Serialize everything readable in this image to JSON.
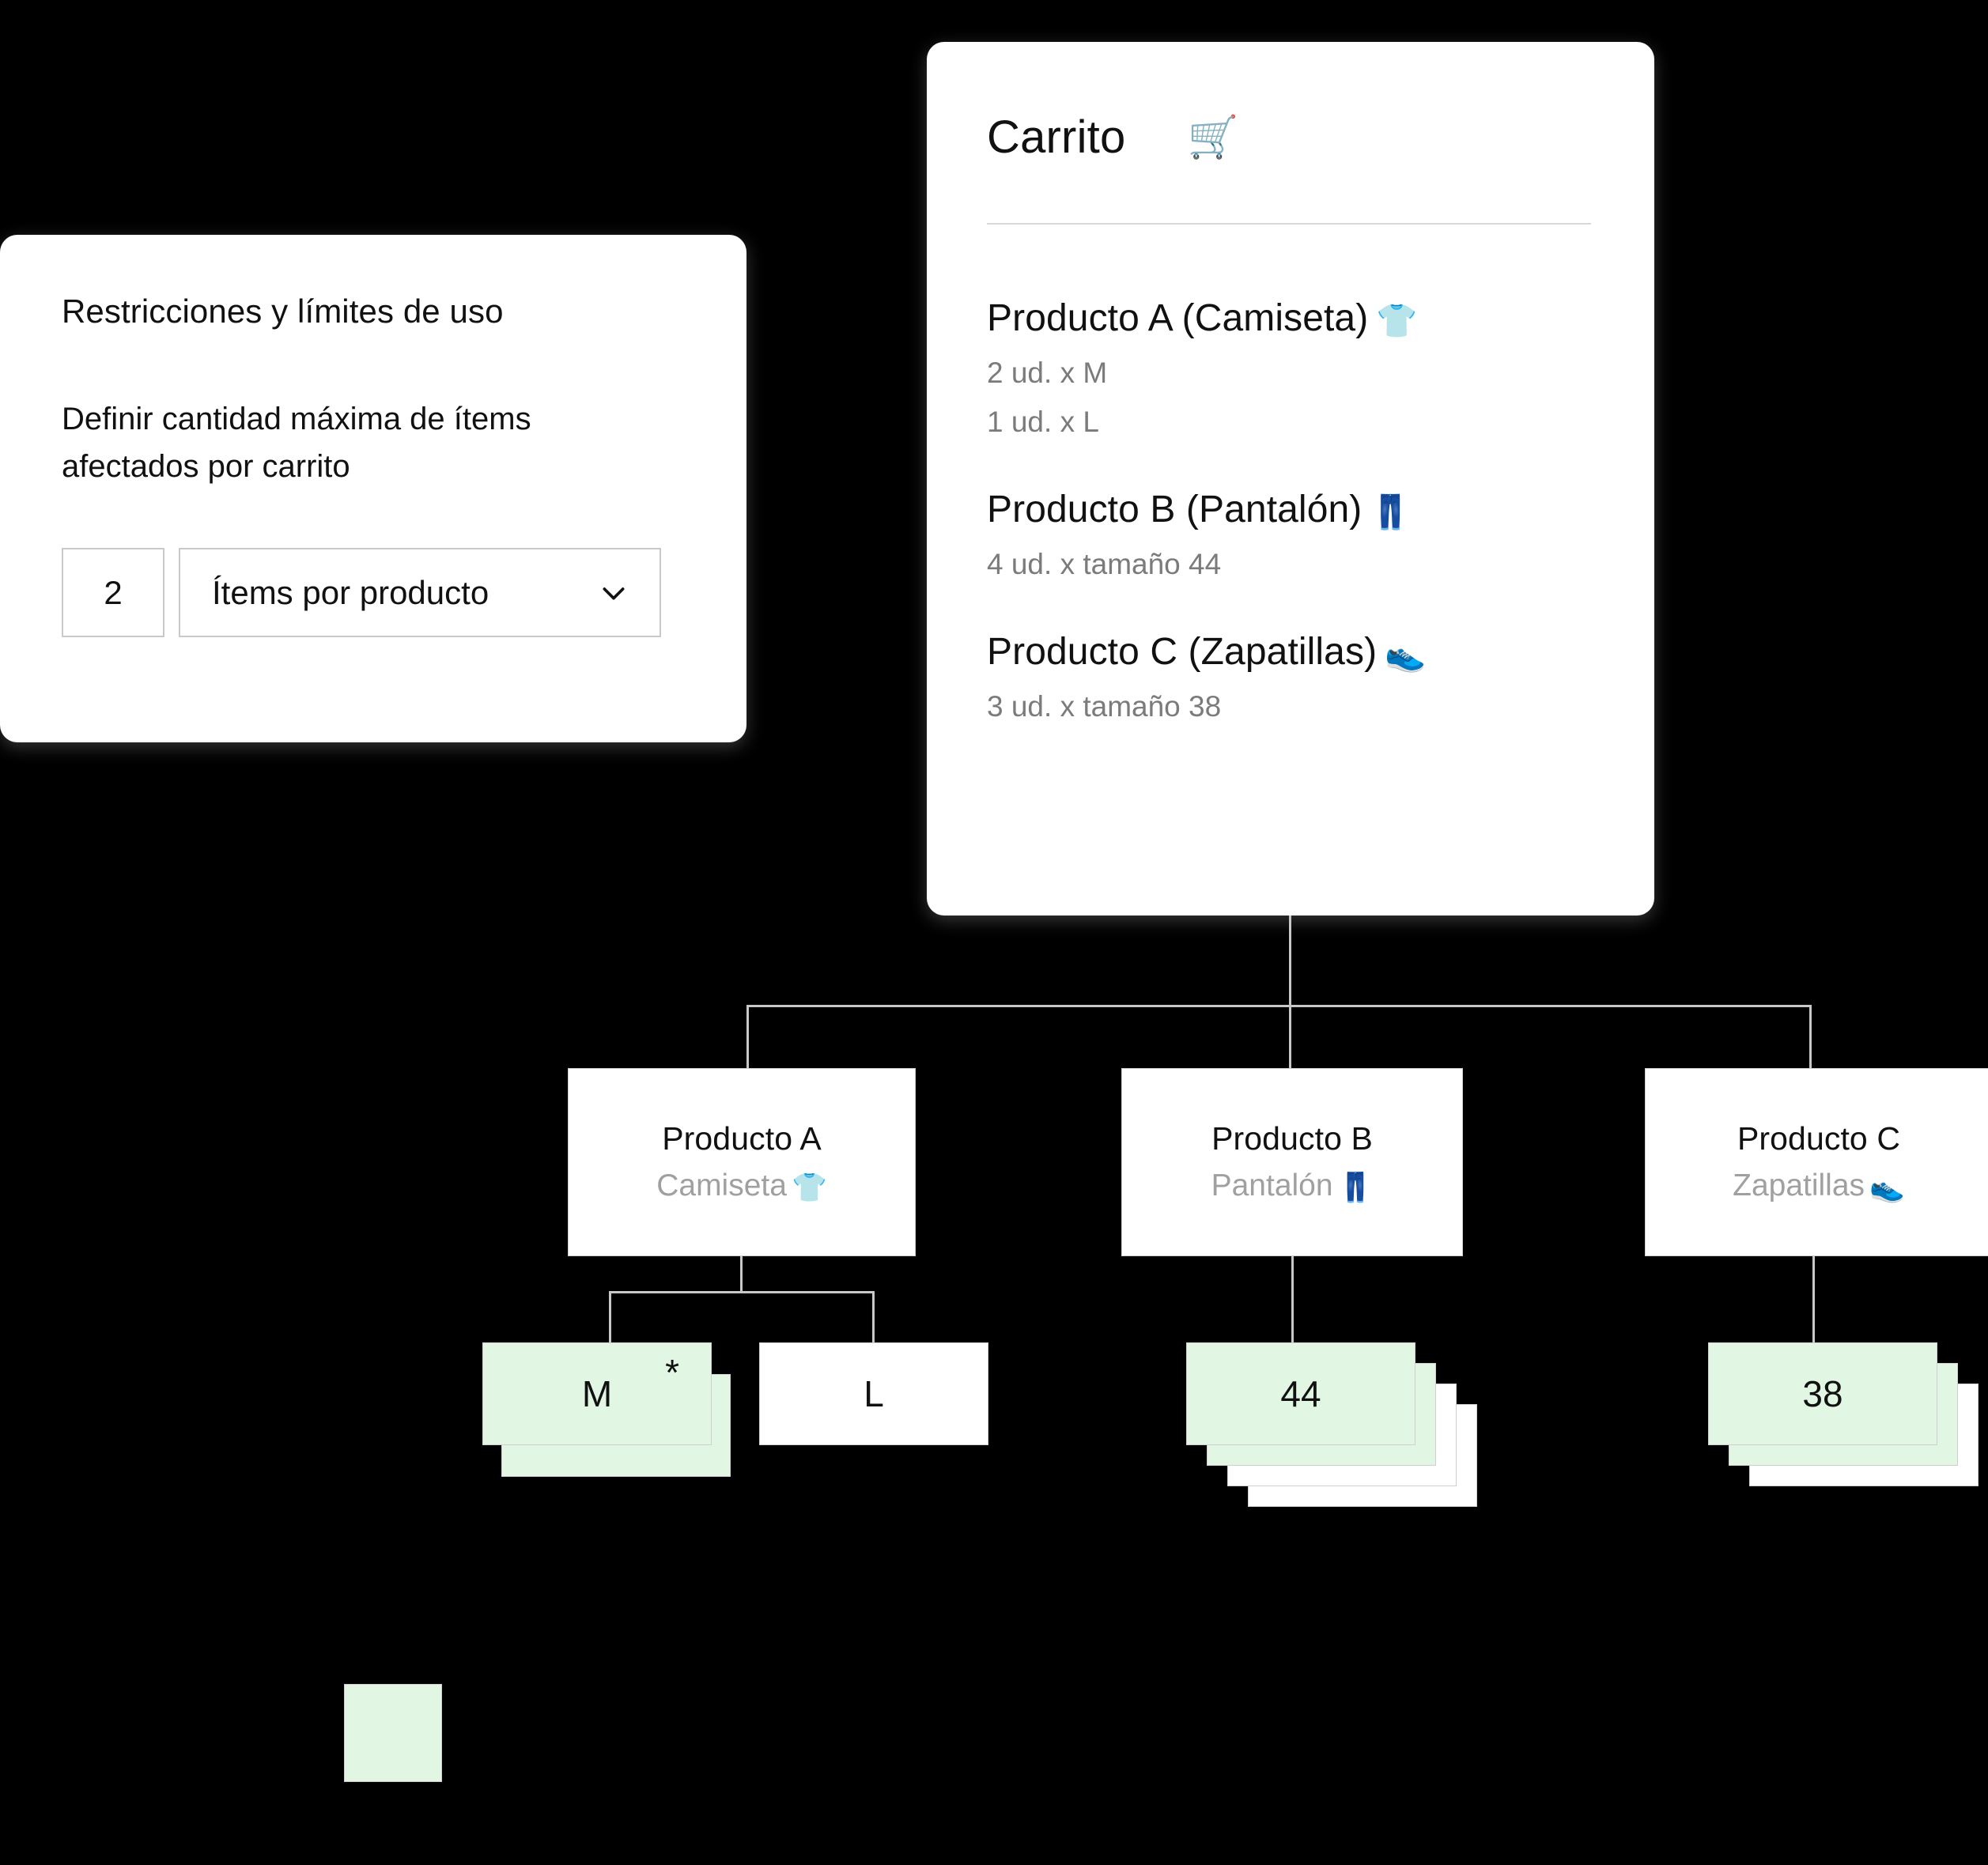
{
  "restrictions": {
    "title": "Restricciones y límites de uso",
    "description": "Definir cantidad máxima de ítems afectados por carrito",
    "quantity_value": "2",
    "select_value": "Ítems por producto",
    "chevron_icon": "chevron-down-icon"
  },
  "cart": {
    "title": "Carrito",
    "cart_icon": "🛒",
    "items": [
      {
        "name": "Producto A (Camiseta)",
        "emoji": "👕",
        "lines": [
          "2 ud. x M",
          "1 ud. x L"
        ]
      },
      {
        "name": "Producto B (Pantalón)",
        "emoji": "👖",
        "lines": [
          "4 ud. x tamaño 44"
        ]
      },
      {
        "name": "Producto C (Zapatillas)",
        "emoji": "👟",
        "lines": [
          "3 ud. x  tamaño 38"
        ]
      }
    ]
  },
  "tree": {
    "products": [
      {
        "title": "Producto A",
        "subtitle": "Camiseta",
        "emoji": "👕"
      },
      {
        "title": "Producto B",
        "subtitle": "Pantalón",
        "emoji": "👖"
      },
      {
        "title": "Producto C",
        "subtitle": "Zapatillas",
        "emoji": "👟"
      }
    ],
    "variants": [
      {
        "label": "M",
        "marked": "*",
        "total": 2,
        "highlighted": 2
      },
      {
        "label": "L",
        "marked": "",
        "total": 1,
        "highlighted": 0
      },
      {
        "label": "44",
        "marked": "",
        "total": 4,
        "highlighted": 2
      },
      {
        "label": "38",
        "marked": "",
        "total": 3,
        "highlighted": 2
      }
    ]
  },
  "legend": {
    "swatch_label": ""
  },
  "colors": {
    "background": "#000000",
    "card": "#ffffff",
    "highlight_green": "#e1f7e4",
    "border": "#cfcfcf",
    "connector": "#c8c8c8",
    "muted_text": "#7b7b7b"
  }
}
